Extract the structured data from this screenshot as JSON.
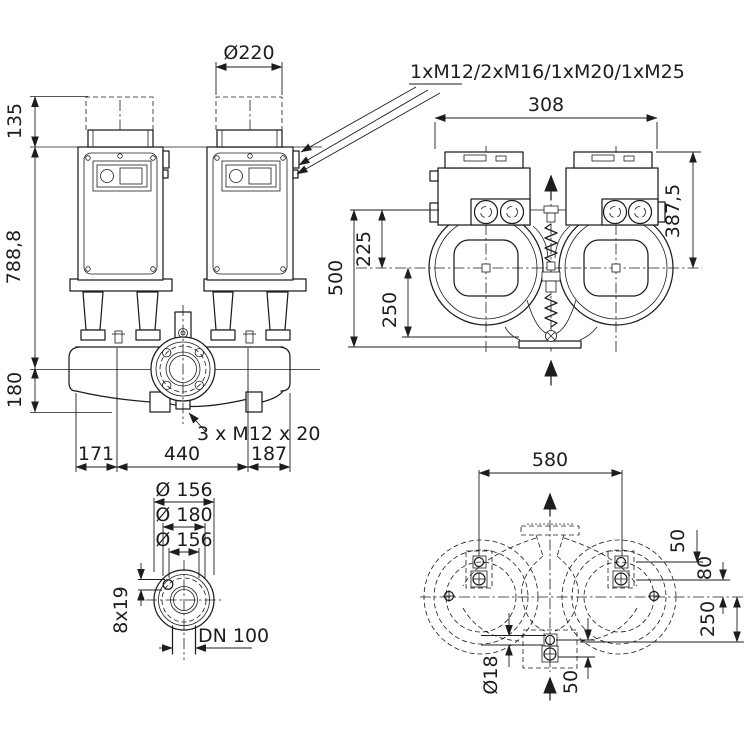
{
  "meta": {
    "document_type": "pump dimensional drawing",
    "units": "mm",
    "ink_color": "#1d1d1b",
    "background_color": "#ffffff"
  },
  "callouts": {
    "cable_glands": "1xM12/2xM16/1xM20/1xM25",
    "tapped_holes": "3 x M12 x 20"
  },
  "views": {
    "front": {
      "dims": {
        "clearance_dia": "Ø220",
        "removal_height": "135",
        "total_height": "788,8",
        "axis_to_base": "180",
        "left_span": "171",
        "mid_span": "440",
        "right_span": "187"
      }
    },
    "side": {
      "dims": {
        "width": "308",
        "top_to_axis": "387,5",
        "height": "500",
        "box_to_axis": "225",
        "axis_to_foot": "250"
      }
    },
    "flange": {
      "dims": {
        "support_dia": "Ø 156",
        "bolt_circle_dia": "Ø 180",
        "inner_dia": "Ø 156",
        "bolt_holes": "8x19",
        "nominal_dia": "DN 100"
      }
    },
    "top": {
      "dims": {
        "foot_spacing": "580",
        "hole_offset": "50",
        "axis_offset": "80",
        "axis_to_front_foot": "250",
        "hole_dia": "Ø18",
        "front_hole_offset": "50"
      }
    }
  }
}
